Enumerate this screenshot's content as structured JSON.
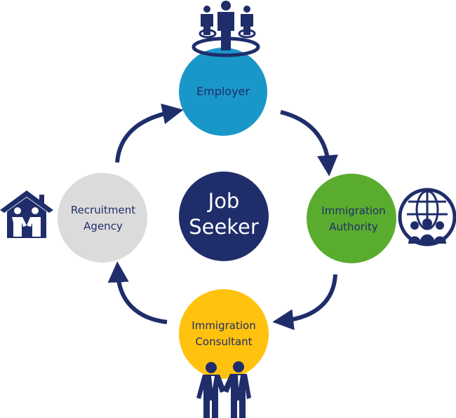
{
  "nodes": {
    "employer": {
      "label": "Employer"
    },
    "authority": {
      "line1": "Immigration",
      "line2": "Authority"
    },
    "consultant": {
      "line1": "Immigration",
      "line2": "Consultant"
    },
    "agency": {
      "line1": "Recruitment",
      "line2": "Agency"
    },
    "center": {
      "line1": "Job",
      "line2": "Seeker"
    }
  },
  "colors": {
    "employer": "#1a97c9",
    "authority": "#5aac2e",
    "consultant": "#ffc20e",
    "agency": "#dcdbdb",
    "center": "#1f2d6b",
    "navy": "#1f2d6b",
    "text_dark": "#1f2d6b",
    "text_light": "#ffffff"
  },
  "icons": {
    "employer": "business-team-icon",
    "authority": "globe-people-icon",
    "consultant": "handshake-people-icon",
    "agency": "house-handshake-icon"
  }
}
